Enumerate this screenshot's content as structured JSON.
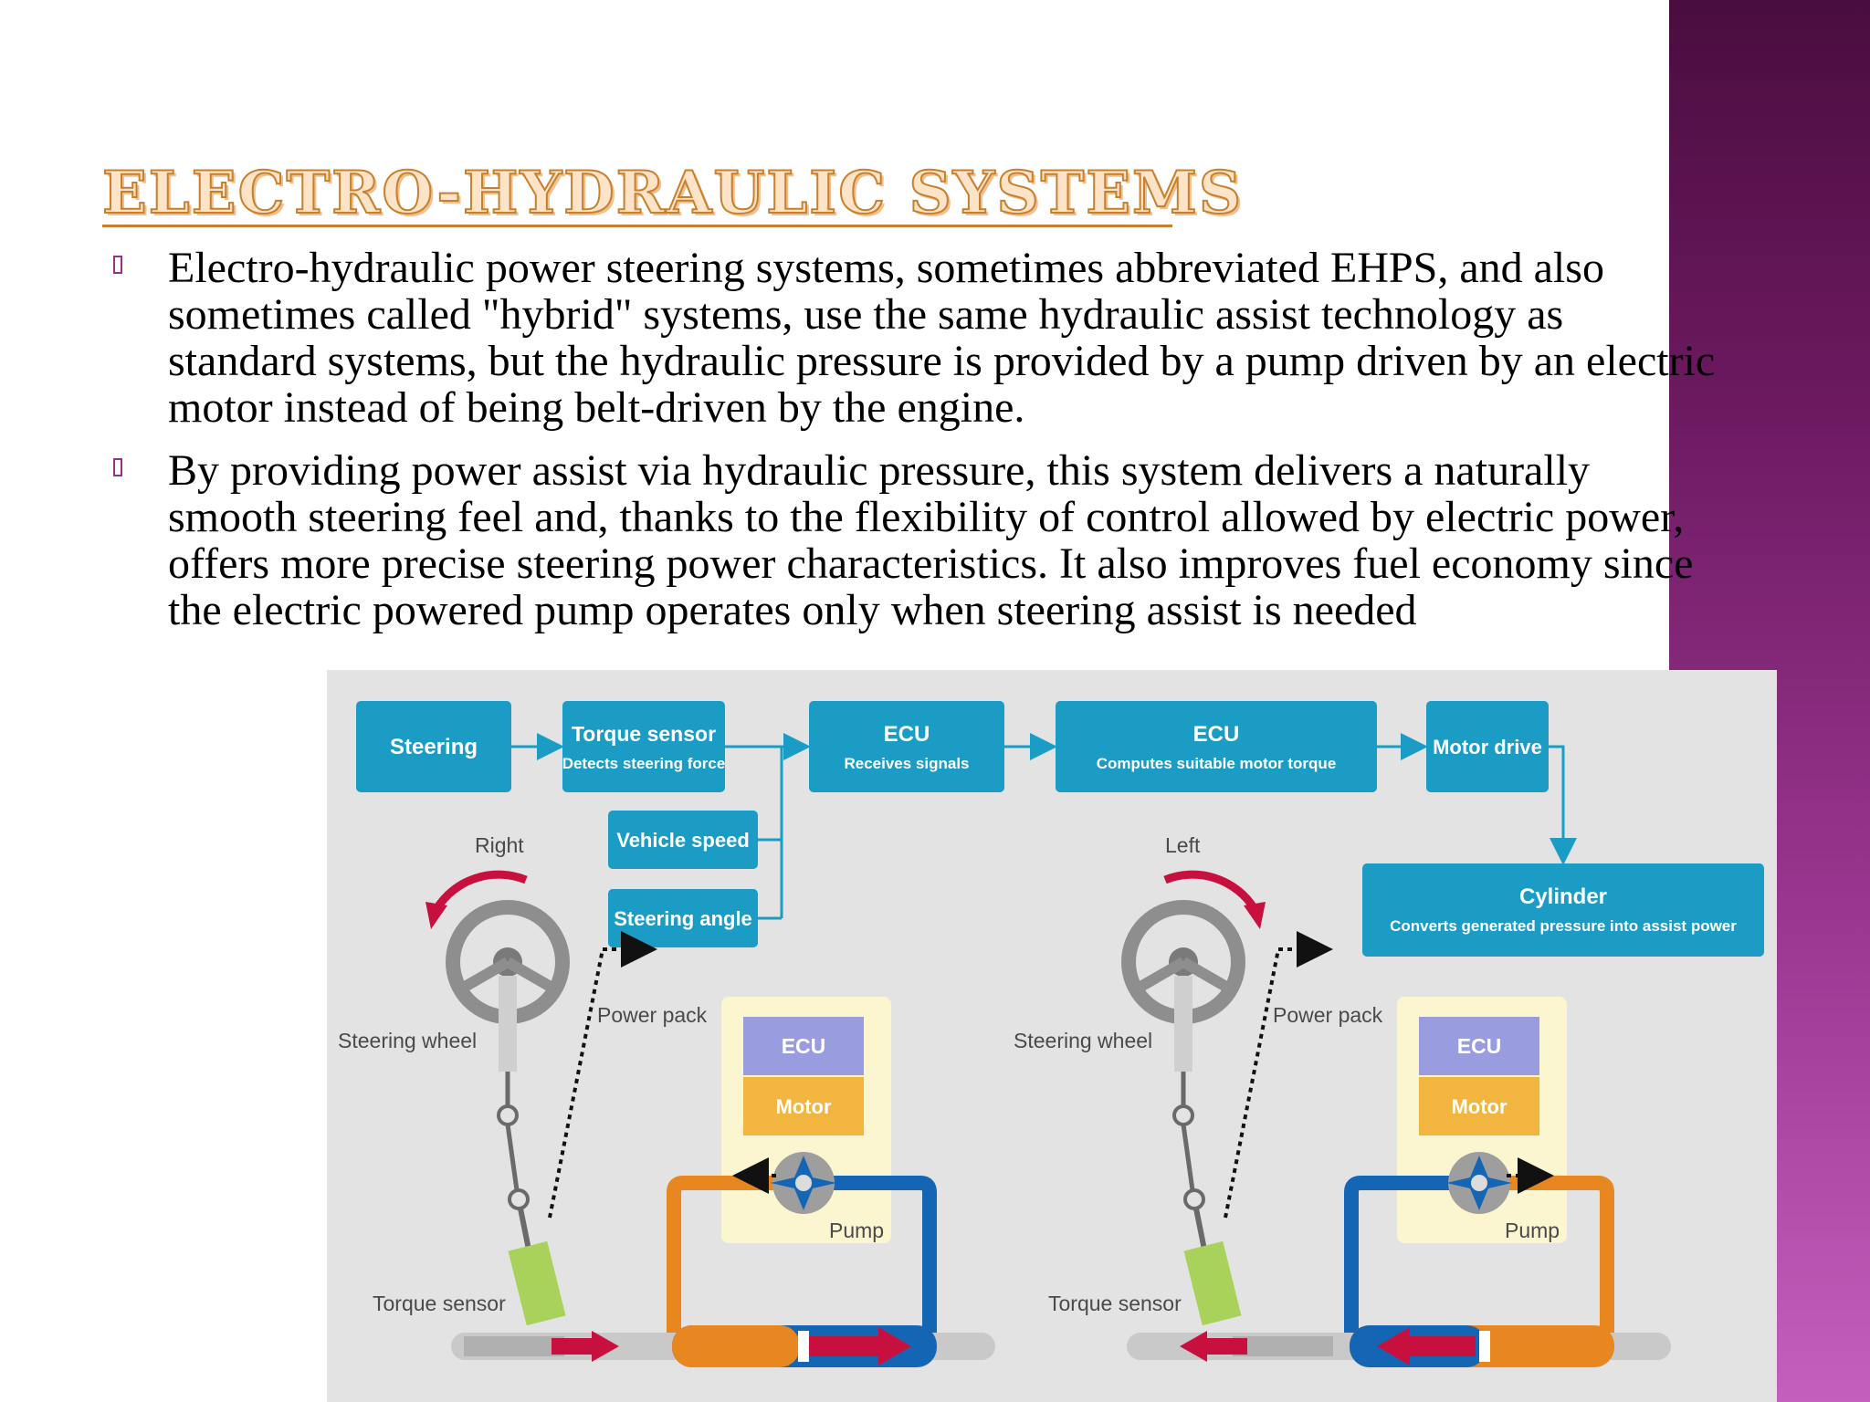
{
  "slide": {
    "title": "ELECTRO-HYDRAULIC SYSTEMS",
    "bullets": [
      "Electro-hydraulic power steering systems, sometimes abbreviated EHPS, and also sometimes called \"hybrid\" systems, use the same hydraulic assist technology as standard systems, but the hydraulic pressure is provided by a pump driven by an electric motor instead of being belt-driven by the engine.",
      "By providing power assist via hydraulic pressure, this system delivers a naturally smooth steering feel and, thanks to the flexibility of control allowed by electric power, offers more precise steering power characteristics. It also improves fuel economy since the electric powered pump operates only when steering assist is needed"
    ]
  },
  "diagram": {
    "flow": {
      "steering": "Steering",
      "torque_sensor": {
        "title": "Torque sensor",
        "sub": "Detects steering force"
      },
      "ecu_receive": {
        "title": "ECU",
        "sub": "Receives signals"
      },
      "ecu_compute": {
        "title": "ECU",
        "sub": "Computes suitable motor torque"
      },
      "motor_drive": "Motor drive",
      "vehicle_speed": "Vehicle speed",
      "steering_angle": "Steering angle",
      "cylinder": {
        "title": "Cylinder",
        "sub": "Converts generated pressure into assist power"
      }
    },
    "left_view": {
      "direction": "Right",
      "steering_wheel": "Steering wheel",
      "power_pack": "Power pack",
      "ecu": "ECU",
      "motor": "Motor",
      "pump": "Pump",
      "torque_sensor": "Torque sensor"
    },
    "right_view": {
      "direction": "Left",
      "steering_wheel": "Steering wheel",
      "power_pack": "Power pack",
      "ecu": "ECU",
      "motor": "Motor",
      "pump": "Pump",
      "torque_sensor": "Torque sensor"
    },
    "colors": {
      "box": "#1a9cc4",
      "ecu_block": "#9a9ce0",
      "motor_block": "#f2b640",
      "hose_orange": "#e8861f",
      "hose_blue": "#1466b4",
      "arrow_red": "#c8103e",
      "torque_sensor": "#a9d25a",
      "power_pack_bg": "#fbf6cf"
    }
  }
}
